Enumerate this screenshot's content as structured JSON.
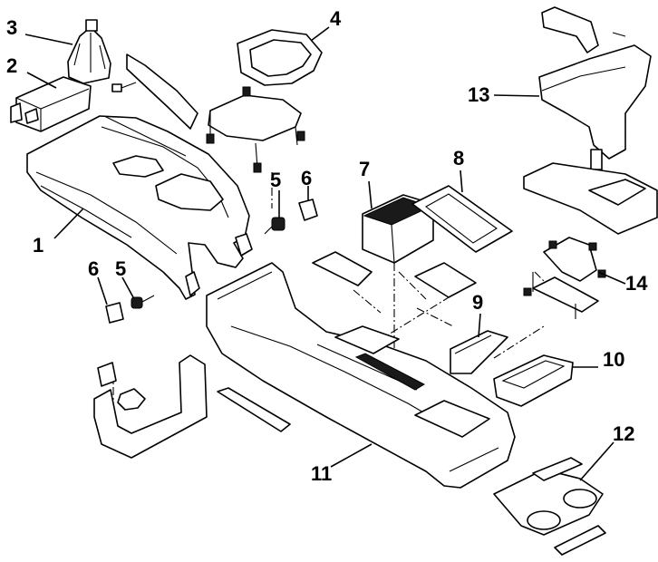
{
  "callouts": [
    "1",
    "2",
    "3",
    "4",
    "5",
    "6",
    "7",
    "8",
    "9",
    "10",
    "11",
    "12",
    "13",
    "14",
    "5",
    "6"
  ]
}
